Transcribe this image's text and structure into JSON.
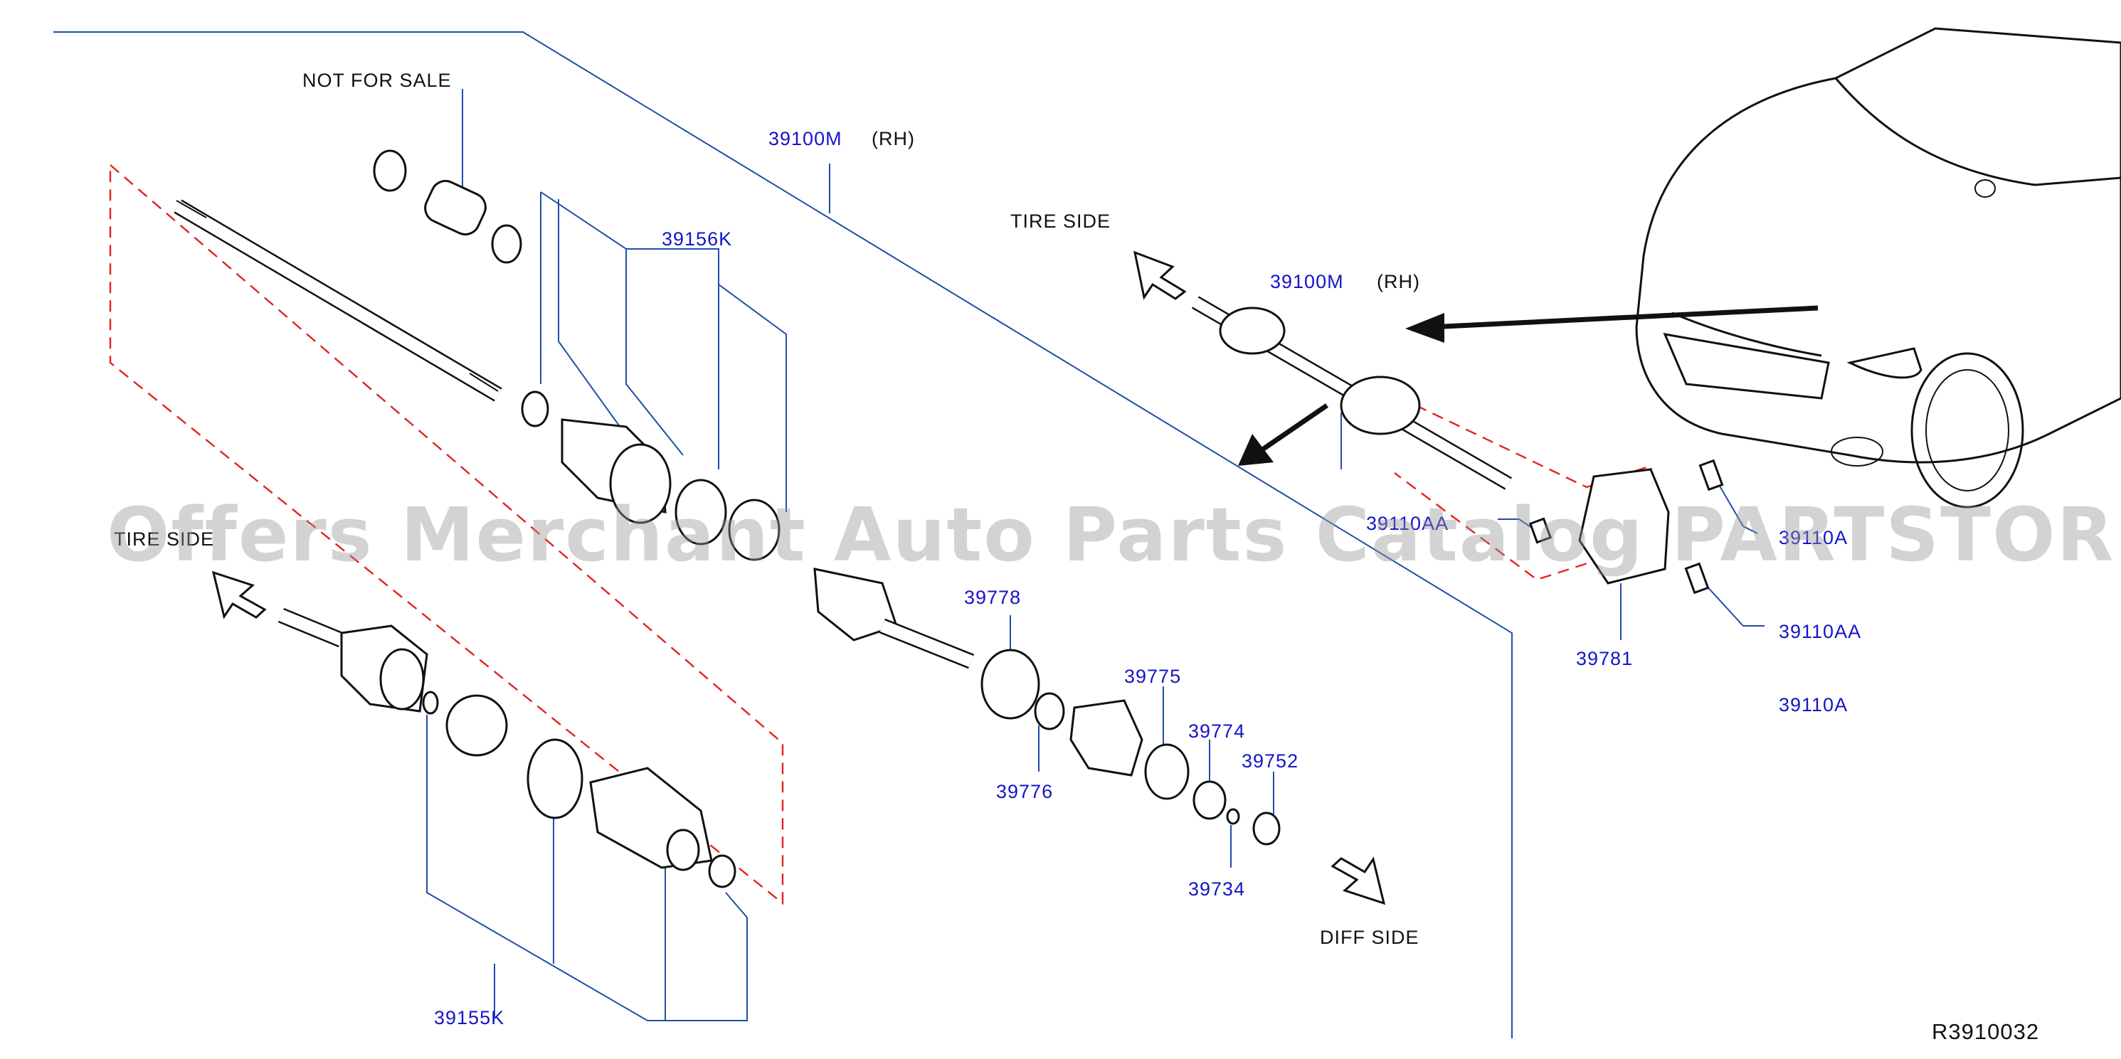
{
  "diagram": {
    "diagram_code": "R3910032",
    "watermark": "Offers Merchant Auto Parts Catalog PARTSTORE.SA",
    "annotations": {
      "not_for_sale": "NOT  FOR  SALE",
      "tire_side_upper": "TIRE  SIDE",
      "tire_side_left": "TIRE  SIDE",
      "diff_side": "DIFF  SIDE",
      "rh_main": "(RH)",
      "rh_inset": "(RH)"
    },
    "part_numbers": {
      "p39100M_main": "39100M",
      "p39100M_inset": "39100M",
      "p39156K": "39156K",
      "p39155K": "39155K",
      "p39778": "39778",
      "p39776": "39776",
      "p39775": "39775",
      "p39774": "39774",
      "p39752": "39752",
      "p39734": "39734",
      "p39110AA_left": "39110AA",
      "p39110A_upper": "39110A",
      "p39110AA_right": "39110AA",
      "p39110A_lower": "39110A",
      "p39781": "39781"
    }
  }
}
